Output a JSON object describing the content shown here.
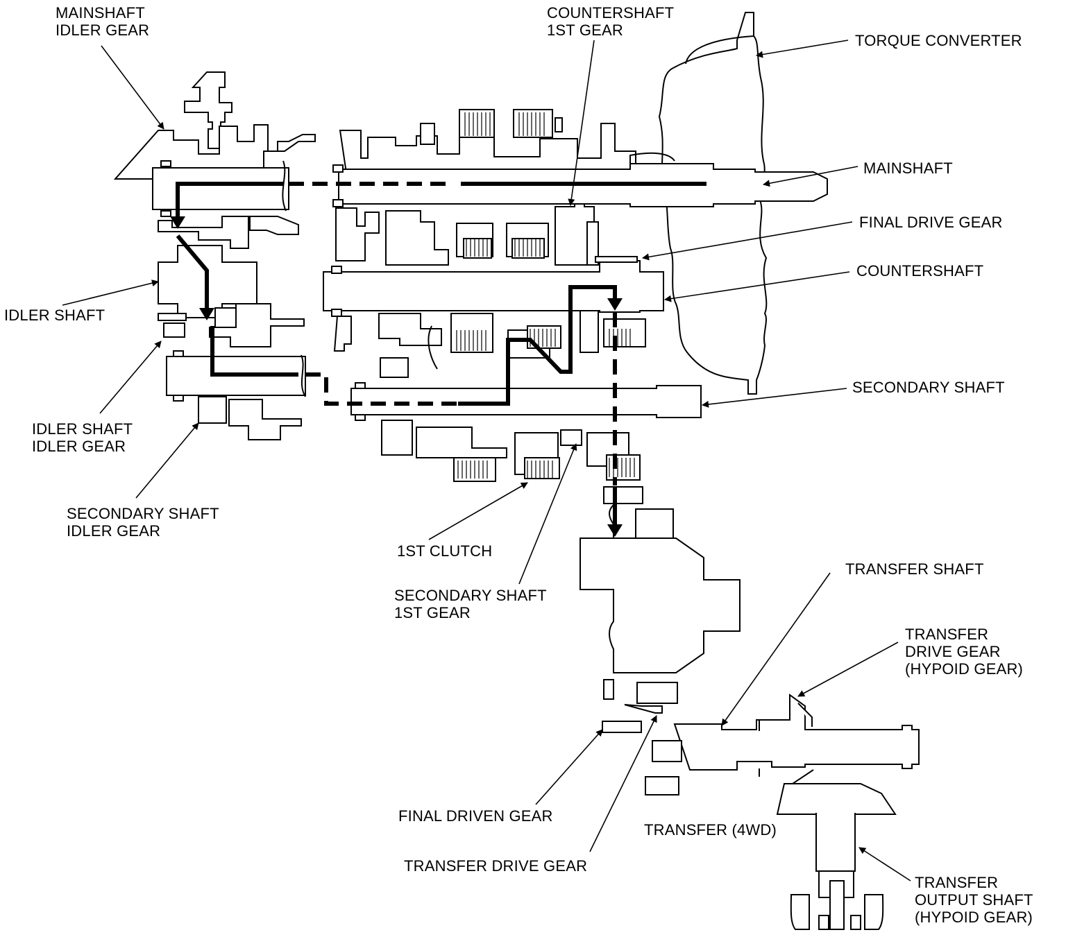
{
  "labels": {
    "mainshaft_idler_gear": [
      "MAINSHAFT",
      "IDLER GEAR"
    ],
    "countershaft_1st_gear": [
      "COUNTERSHAFT",
      "1ST GEAR"
    ],
    "torque_converter": [
      "TORQUE CONVERTER"
    ],
    "mainshaft": [
      "MAINSHAFT"
    ],
    "final_drive_gear": [
      "FINAL DRIVE GEAR"
    ],
    "countershaft": [
      "COUNTERSHAFT"
    ],
    "idler_shaft": [
      "IDLER SHAFT"
    ],
    "secondary_shaft": [
      "SECONDARY SHAFT"
    ],
    "idler_shaft_idler_gear": [
      "IDLER SHAFT",
      "IDLER GEAR"
    ],
    "secondary_shaft_idler_gear": [
      "SECONDARY SHAFT",
      "IDLER GEAR"
    ],
    "first_clutch": [
      "1ST CLUTCH"
    ],
    "secondary_shaft_1st_gear": [
      "SECONDARY SHAFT",
      "1ST GEAR"
    ],
    "transfer_shaft": [
      "TRANSFER SHAFT"
    ],
    "transfer_drive_gear_hypoid": [
      "TRANSFER",
      "DRIVE GEAR",
      "(HYPOID GEAR)"
    ],
    "final_driven_gear": [
      "FINAL DRIVEN GEAR"
    ],
    "transfer_4wd": [
      "TRANSFER (4WD)"
    ],
    "transfer_drive_gear": [
      "TRANSFER DRIVE GEAR"
    ],
    "transfer_output_shaft": [
      "TRANSFER",
      "OUTPUT SHAFT",
      "(HYPOID GEAR)"
    ]
  },
  "colors": {
    "line": "#000000",
    "background": "#ffffff"
  }
}
